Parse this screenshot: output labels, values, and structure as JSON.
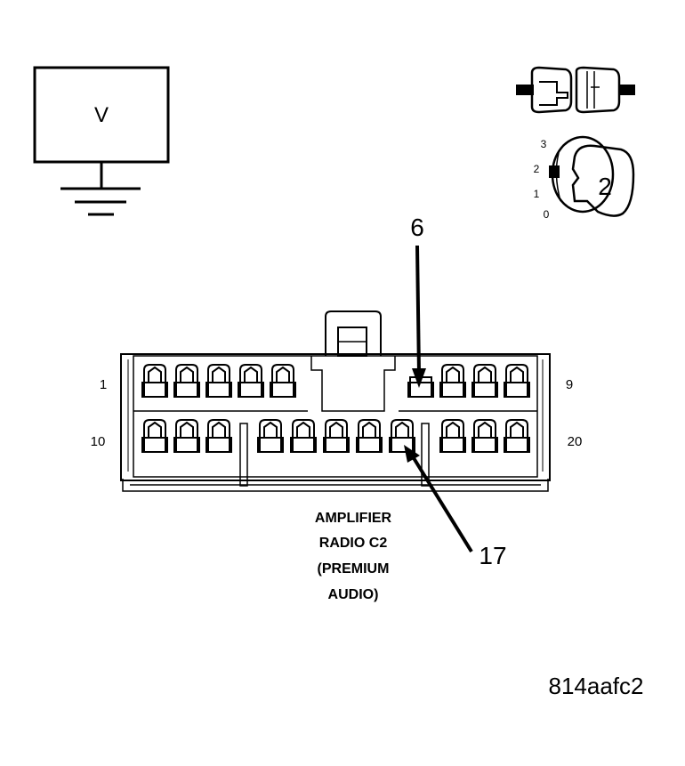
{
  "voltmeter": {
    "symbol": "V"
  },
  "ignition": {
    "positions": [
      "3",
      "2",
      "1",
      "0"
    ],
    "key_position": "2"
  },
  "callouts": {
    "top_pin": "6",
    "bottom_pin": "17"
  },
  "connector": {
    "pin_labels": {
      "top_left": "1",
      "top_right": "9",
      "bottom_left": "10",
      "bottom_right": "20"
    },
    "caption": [
      "AMPLIFIER",
      "RADIO C2",
      "(PREMIUM",
      "AUDIO)"
    ]
  },
  "figure_id": "814aafc2"
}
